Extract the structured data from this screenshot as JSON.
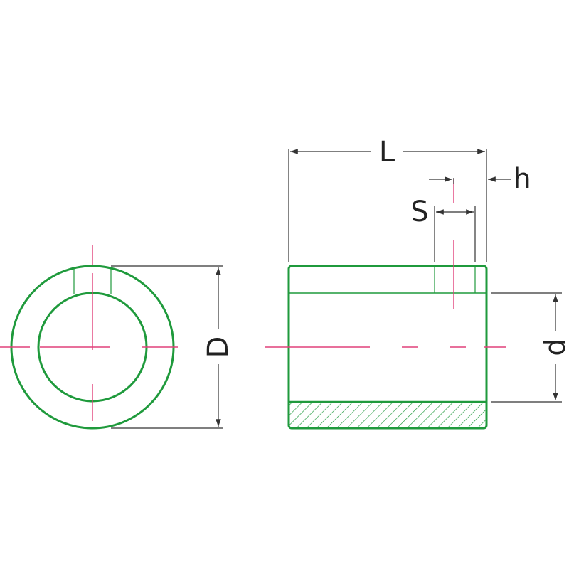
{
  "labels": {
    "outer_diameter": "D",
    "inner_diameter": "d",
    "length": "L",
    "slot_width": "S",
    "slot_offset": "h"
  },
  "colors": {
    "outline": "#1f9a3c",
    "centerline": "#e0407a",
    "dimension": "#333333",
    "hatch": "#1f9a3c",
    "background": "#ffffff"
  }
}
